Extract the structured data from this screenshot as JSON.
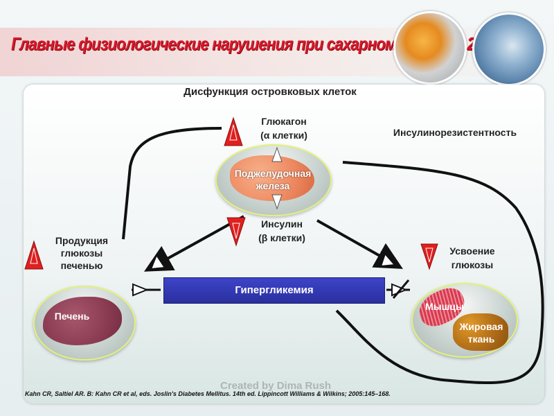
{
  "slide": {
    "title": "Главные физиологические нарушения при сахарном диабете 2-го типа",
    "header": "Дисфункция островковых клеток",
    "glucagon": [
      "Глюкагон",
      "(α клетки)"
    ],
    "insulin_resistance": "Инсулинорезистентность",
    "pancreas_label": [
      "Поджелудочная",
      "железа"
    ],
    "insulin": [
      "Инсулин",
      "(β клетки)"
    ],
    "liver_production": [
      "Продукция",
      "глюкозы",
      "печенью"
    ],
    "glucose_uptake": [
      "Усвоение",
      "глюкозы"
    ],
    "liver_label": "Печень",
    "hyperglycemia": "Гипергликемия",
    "muscle_label": "Мышцы",
    "fat_label": [
      "Жировая",
      "ткань"
    ],
    "watermark": "Created by Dima Rush",
    "reference": "Kahn CR, Saltiel AR. B: Kahn CR et al, eds. Joslin's Diabetes Mellitus. 14th ed. Lippincott Williams & Wilkins; 2005:145–168."
  },
  "colors": {
    "title": "#d8182a",
    "up_triangle": "#e0201f",
    "hyperglycemia_box": "#2a2f9e",
    "ellipse_border": "#e3f07a"
  },
  "icons": {
    "glucagon_increase": "up-triangle",
    "insulin_decrease": "down-triangle",
    "liver_increase": "up-triangle",
    "uptake_decrease": "down-triangle"
  }
}
